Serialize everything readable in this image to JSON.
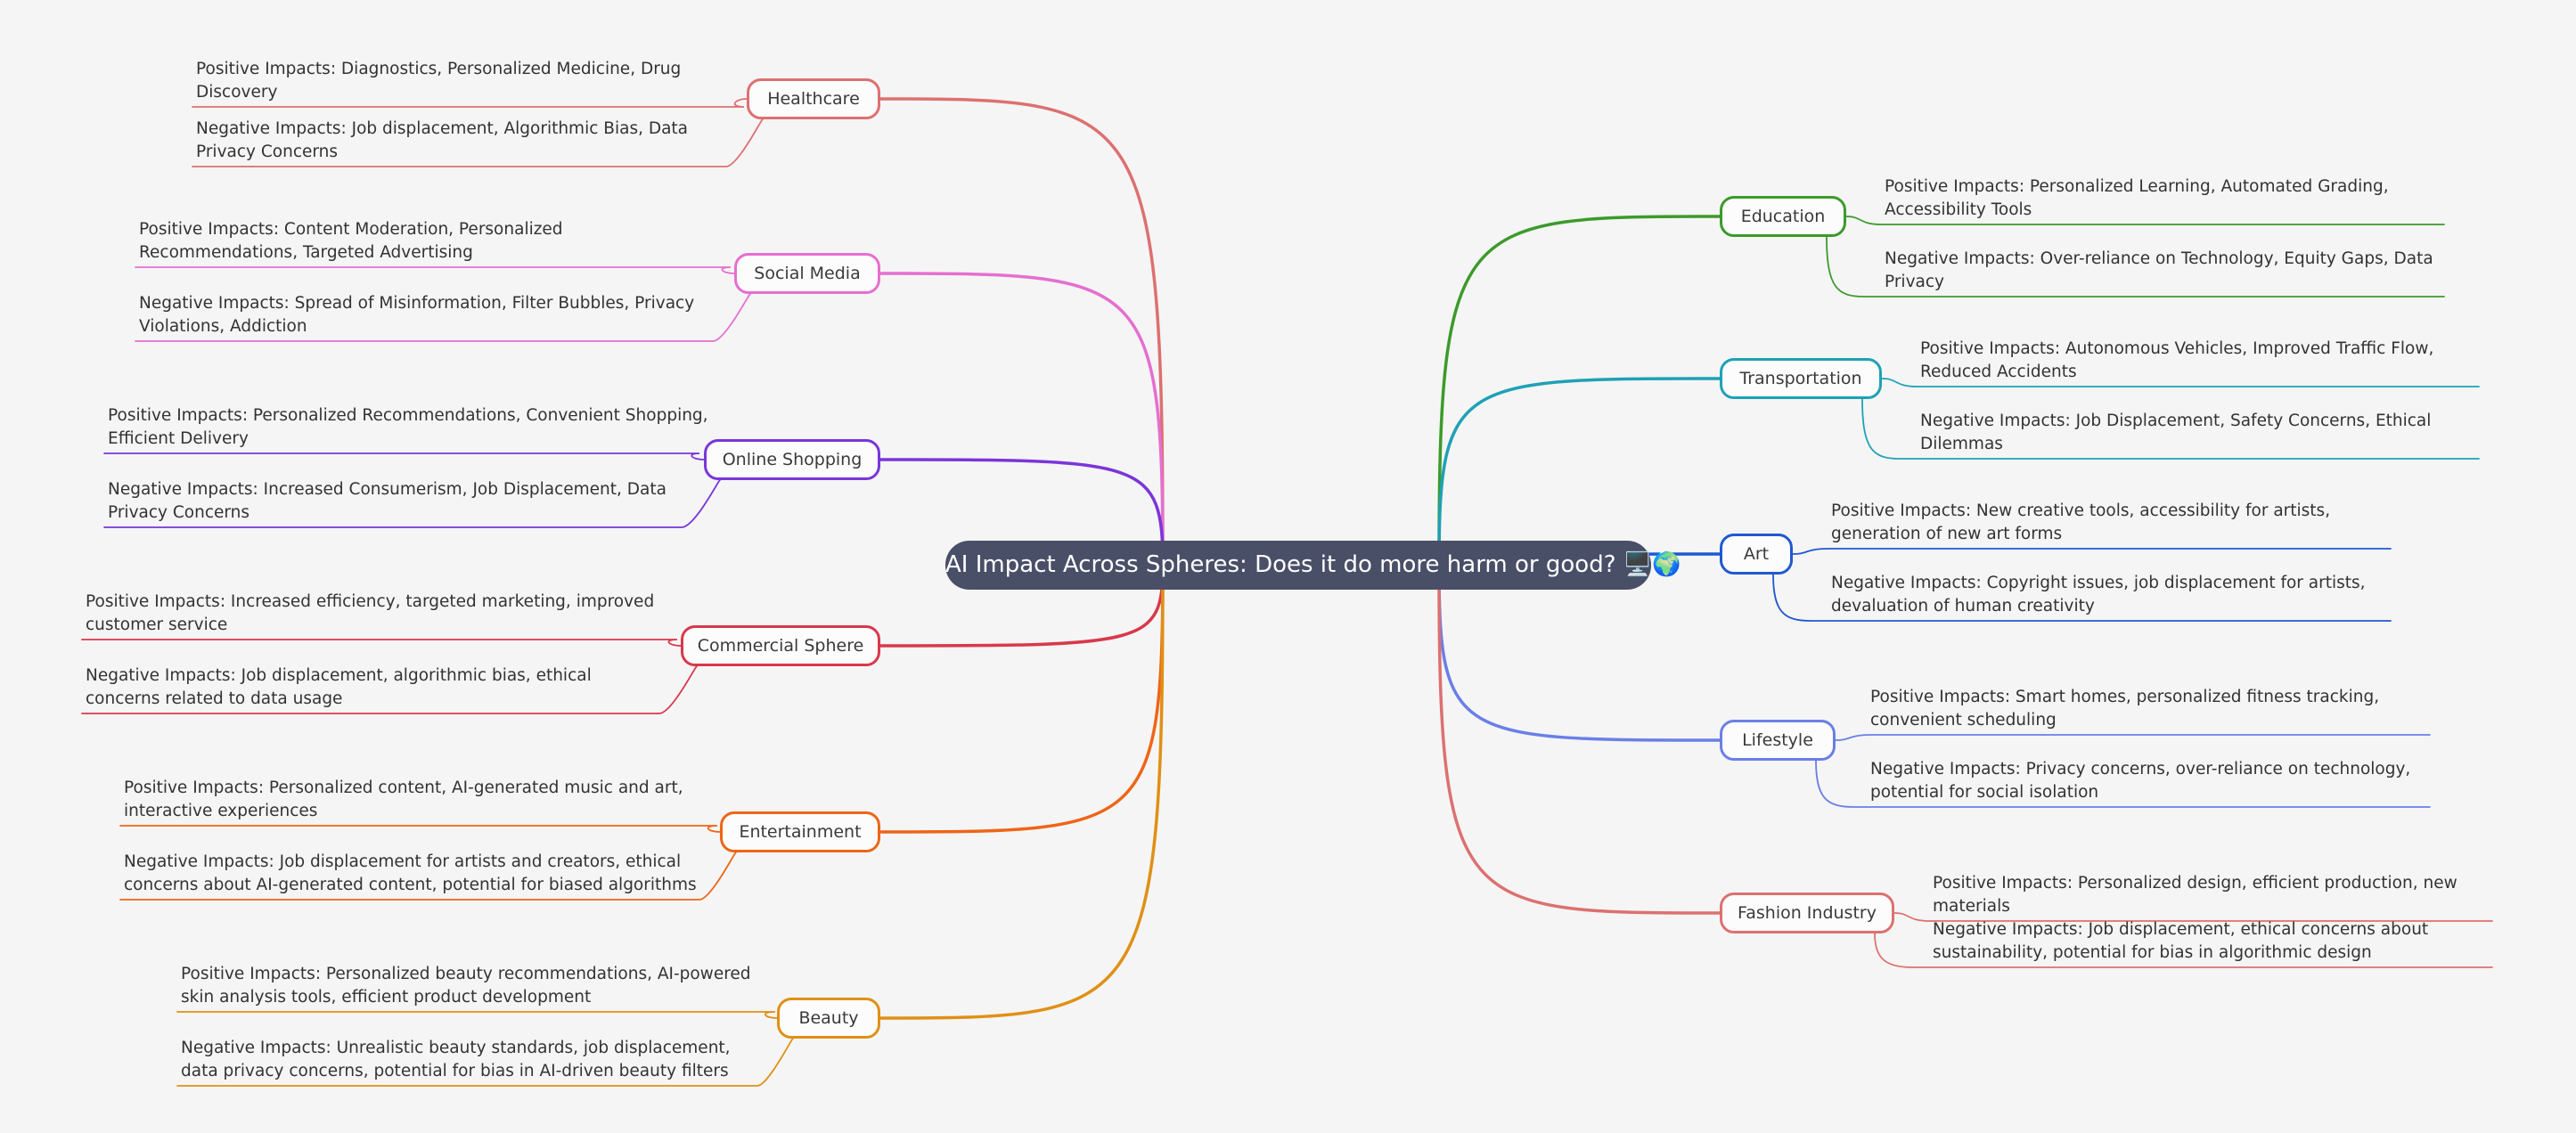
{
  "central": {
    "title": "AI Impact Across Spheres: Does it do more harm or good? 🖥️🌍"
  },
  "branches": [
    {
      "label": "Healthcare",
      "color": "#dd7070",
      "positive": "Positive Impacts: Diagnostics, Personalized Medicine, Drug Discovery",
      "negative": "Negative Impacts: Job displacement, Algorithmic Bias, Data Privacy Concerns"
    },
    {
      "label": "Social Media",
      "color": "#e56fd0",
      "positive": "Positive Impacts: Content Moderation, Personalized Recommendations, Targeted Advertising",
      "negative": "Negative Impacts: Spread of Misinformation, Filter Bubbles, Privacy Violations, Addiction"
    },
    {
      "label": "Online Shopping",
      "color": "#7b35d9",
      "positive": "Positive Impacts: Personalized Recommendations, Convenient Shopping, Efficient Delivery",
      "negative": "Negative Impacts: Increased Consumerism, Job Displacement, Data Privacy Concerns"
    },
    {
      "label": "Commercial Sphere",
      "color": "#d9384c",
      "positive": "Positive Impacts: Increased efficiency, targeted marketing, improved customer service",
      "negative": "Negative Impacts: Job displacement, algorithmic bias, ethical concerns related to data usage"
    },
    {
      "label": "Entertainment",
      "color": "#ee6517",
      "positive": "Positive Impacts: Personalized content, AI-generated music and art, interactive experiences",
      "negative": "Negative Impacts: Job displacement for artists and creators, ethical concerns about AI-generated content, potential for biased algorithms"
    },
    {
      "label": "Beauty",
      "color": "#e09015",
      "positive": "Positive Impacts: Personalized beauty recommendations, AI-powered skin analysis tools, efficient product development",
      "negative": "Negative Impacts: Unrealistic beauty standards, job displacement, data privacy concerns, potential for bias in AI-driven beauty filters"
    },
    {
      "label": "Education",
      "color": "#3c9a2a",
      "positive": "Positive Impacts: Personalized Learning, Automated Grading, Accessibility Tools",
      "negative": "Negative Impacts: Over-reliance on Technology, Equity Gaps, Data Privacy"
    },
    {
      "label": "Transportation",
      "color": "#1ea1b5",
      "positive": "Positive Impacts: Autonomous Vehicles, Improved Traffic Flow, Reduced Accidents",
      "negative": "Negative Impacts: Job Displacement, Safety Concerns, Ethical Dilemmas"
    },
    {
      "label": "Art",
      "color": "#2058d0",
      "positive": "Positive Impacts: New creative tools, accessibility for artists, generation of new art forms",
      "negative": "Negative Impacts: Copyright issues, job displacement for artists, devaluation of human creativity"
    },
    {
      "label": "Lifestyle",
      "color": "#6a7fe6",
      "positive": "Positive Impacts: Smart homes, personalized fitness tracking, convenient scheduling",
      "negative": "Negative Impacts: Privacy concerns, over-reliance on technology, potential for social isolation"
    },
    {
      "label": "Fashion Industry",
      "color": "#dd7070",
      "positive": "Positive Impacts: Personalized design, efficient production, new materials",
      "negative": "Negative Impacts: Job displacement, ethical concerns about sustainability, potential for bias in algorithmic design"
    }
  ]
}
